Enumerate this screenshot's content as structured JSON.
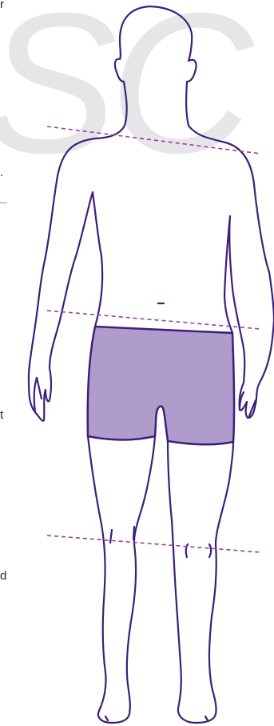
{
  "watermark": {
    "text": "SC",
    "color": "#e6e6e8"
  },
  "edge_text": [
    {
      "id": "edge-text-1",
      "text": "r"
    },
    {
      "id": "edge-text-2",
      "text": "."
    },
    {
      "id": "edge-text-3",
      "text": "t"
    },
    {
      "id": "edge-text-4",
      "text": "d"
    }
  ],
  "colors": {
    "outline": "#3d1f7a",
    "shorts_fill": "#b09ccc",
    "guide": "#9a3f9a",
    "rule": "#9a8fbf"
  },
  "icons": [
    "body-outline-icon",
    "shorts-icon"
  ]
}
